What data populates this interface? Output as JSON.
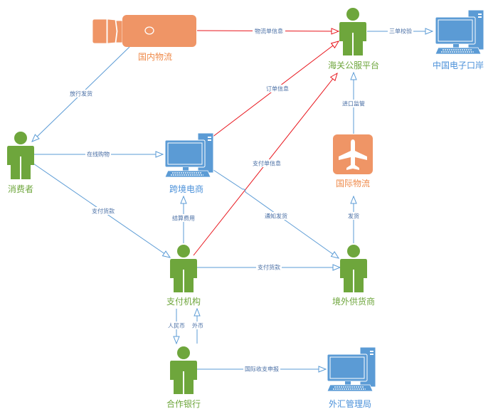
{
  "colors": {
    "person": "#6ea63c",
    "computer": "#5b9bd5",
    "computer_dark": "#4a86c5",
    "orange": "#ef9566",
    "edge_blue": "#5b9bd5",
    "edge_red": "#e8141b",
    "label_green": "#6ea63c",
    "label_blue": "#4a90d9",
    "label_orange": "#ef8a4a",
    "edge_text": "#4a6fa5"
  },
  "nodes": {
    "domestic_logistics": {
      "label": "国内物流",
      "icon": "truck-icon"
    },
    "customs_platform": {
      "label": "海关公服平台",
      "icon": "person-icon"
    },
    "china_eport": {
      "label": "中国电子口岸",
      "icon": "computer-icon"
    },
    "consumer": {
      "label": "消费者",
      "icon": "person-icon"
    },
    "cross_border_ecommerce": {
      "label": "跨境电商",
      "icon": "computer-icon"
    },
    "international_logistics": {
      "label": "国际物流",
      "icon": "airplane-icon"
    },
    "payment_institution": {
      "label": "支付机构",
      "icon": "person-icon"
    },
    "overseas_supplier": {
      "label": "境外供货商",
      "icon": "person-icon"
    },
    "partner_bank": {
      "label": "合作银行",
      "icon": "person-icon"
    },
    "forex_bureau": {
      "label": "外汇管理局",
      "icon": "computer-icon"
    }
  },
  "edges": {
    "logistics_info": "物流单信息",
    "three_doc_check": "三单校验",
    "release_ship": "放行发货",
    "order_info": "订单信息",
    "import_supervision": "进口监管",
    "online_shopping": "在线购物",
    "payment_info": "支付单信息",
    "pay_goods_consumer": "支付货款",
    "settlement_fee": "结算费用",
    "notify_ship": "通知发货",
    "ship": "发货",
    "pay_goods_supplier": "支付货款",
    "rmb": "人民币",
    "foreign_currency": "外币",
    "intl_payment_report": "国际收支申报"
  }
}
